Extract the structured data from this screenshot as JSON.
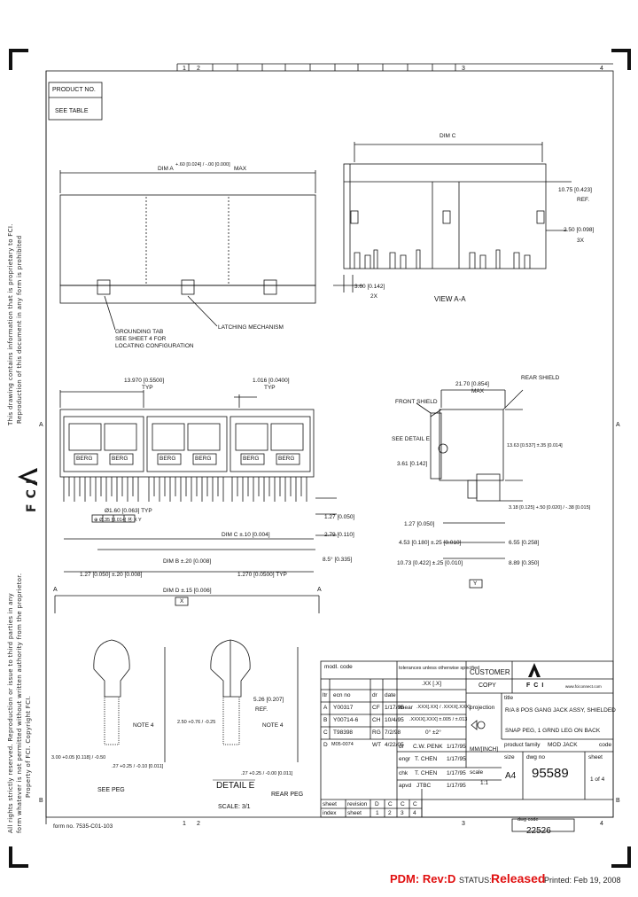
{
  "zone_numbers": {
    "top": [
      "1",
      "2",
      "3",
      "4"
    ],
    "bottom": [
      "1",
      "2",
      "3",
      "4"
    ],
    "left": [
      "A",
      "B"
    ],
    "right": [
      "A",
      "B"
    ]
  },
  "product_box": {
    "label": "PRODUCT NO.",
    "value": "SEE TABLE"
  },
  "side_text": {
    "line1": "This drawing contains information that is proprietary to FCI.",
    "line2": "Reproduction of this document in any form is prohibited",
    "line3": "All rights strictly reserved. Reproduction or issue to third parties in any",
    "line4": "form whatever is not permitted without written authority from the proprietor.",
    "line5": "Property of FCI. Copyright FCI."
  },
  "logo_text": "FCI",
  "top_view": {
    "dim_a": "DIM A",
    "dim_a_tol": "+.60 [0.024] / -.00 [0.000]",
    "dim_a_max": "MAX",
    "grounding_callout": [
      "GROUNDING TAB",
      "SEE SHEET 4 FOR",
      "LOCATING CONFIGURATION"
    ],
    "latching_callout": "LATCHING MECHANISM"
  },
  "view_aa": {
    "dim_c": "DIM C",
    "dim_10_75": "10.75 [0.423]",
    "ref": "REF.",
    "dim_2_50": "2.50 [0.098]",
    "x3": "3X",
    "dim_3_60": "3.60 [0.142]",
    "x2": "2X",
    "title": "VIEW A-A"
  },
  "front_view": {
    "pitch": "13.970 [0.5500]",
    "typ1": "TYP",
    "dim_1016": "1.016 [0.0400]",
    "typ2": "TYP",
    "berg": "BERG",
    "hole": "Ø1.60 [0.063] TYP",
    "true_pos": "⊕ Ø.35 [0.014] Ⓜ X Y",
    "dim_c": "DIM C ±.10 [0.004]",
    "dim_b": "DIM B ±.20 [0.008]",
    "dim_127": "1.27 [0.050]",
    "dim_127_l": "1.27 [0.050] ±.20 [0.008]",
    "dim_1270": "1.270 [0.0500] TYP",
    "dim_279": "2.79 [0.110]",
    "dim_85": "8.5° [0.335]",
    "dim_d": "DIM D ±.15 [0.006]",
    "datum_x": "X",
    "a_left": "A",
    "a_right": "A"
  },
  "side_view": {
    "dim_2170": "21.70 [0.854]",
    "max": "MAX",
    "rear_shield": "REAR SHIELD",
    "front_shield": "FRONT SHIELD",
    "see_detail": "SEE DETAIL E",
    "dim_1363": "13.63 [0.537] ±.35 [0.014]",
    "dim_361": "3.61 [0.142]",
    "dim_318": "3.18 [0.125] +.50 [0.020] / -.38 [0.015]",
    "dim_127": "1.27 [0.050]",
    "dim_655": "6.55 [0.258]",
    "dim_453": "4.53 [0.180] ±.25 [0.010]",
    "dim_1073": "10.73 [0.422] ±.25 [0.010]",
    "dim_889": "8.89 [0.350]",
    "datum_y": "Y"
  },
  "detail": {
    "title": "DETAIL E",
    "scale": "SCALE: 3/1",
    "see_peg": "SEE PEG",
    "rear_peg": "REAR PEG",
    "note": "NOTE 4",
    "dim_300": "3.00 +0.05 [0.118] / -0.50",
    "dim_27": ".27 +0.25 / -0.10 [0.011]",
    "dim_250": "2.50 +0.76 / -0.25",
    "dim_526": "5.26 [0.207]",
    "ref": "REF.",
    "dim_27b": ".27 +0.25 / -0.00 [0.011]"
  },
  "title_block": {
    "mod_code": "modl. code",
    "tolerances": "tolerances unless otherwise specified",
    "customer": "CUSTOMER",
    "copy": "COPY",
    "ltr": "ltr",
    "ecn": "ecn no",
    "dr": "dr",
    "date": "date",
    "linear": "linear",
    "rows": [
      {
        "ltr": "A",
        "ecn": "Y00317",
        "dr": "CF",
        "date": "1/17/95"
      },
      {
        "ltr": "B",
        "ecn": "Y00714-6",
        "dr": "CH",
        "date": "10/4/95"
      },
      {
        "ltr": "C",
        "ecn": "T98398",
        "dr": "RG",
        "date": "7/2/98"
      },
      {
        "ltr": "D",
        "ecn": "M05-0074",
        "dr": "WT",
        "date": "4/22/05"
      }
    ],
    "tol_xx": ".XX [.X]",
    "tol_xxx": ".XXX[.XX] / .XXXX[.XXX]",
    "tol_xxxx": ".XXXX[.XXX] ±.005 / ±.013",
    "tol_angle": "0° ±2°",
    "projection": "projection",
    "mm_inch": "MM/[INCH]",
    "title_label": "title",
    "title_line1": "R/A 8 POS GANG JACK ASSY, SHIELDED",
    "title_line2": "SNAP PEG, 1 GRND LEG ON BACK",
    "product_family": "product family",
    "family_value": "MOD JACK",
    "code": "code",
    "size": "size",
    "dwg_no": "dwg no",
    "sheet": "sheet",
    "size_value": "A4",
    "dwg_value": "95589",
    "sheet_value": "1 of 4",
    "scale_label": "scale",
    "scale_value": "1:1",
    "engr": "engr",
    "engr_name": "T. CHEN",
    "engr_date": "1/17/95",
    "chk": "chk",
    "chk_name": "T. CHEN",
    "chk_date": "1/17/95",
    "dr_label": "dr",
    "dr_name": "C.W. PENK",
    "dr_date": "1/17/95",
    "apvd": "apvd",
    "apvd_name": "JTBC",
    "apvd_date": "1/17/95",
    "sheet_row": "sheet",
    "revision": "revision",
    "index": "index",
    "sheet2": "sheet",
    "rev_cells": [
      "D",
      "C",
      "C",
      "C"
    ],
    "sheet_cells": [
      "1",
      "2",
      "3",
      "4"
    ],
    "web": "www.fciconnect.com",
    "logo": "FCI",
    "dwg_code_label": "dwg code",
    "dwg_code_value": "22526"
  },
  "form_no": "form no. 7535-C01-103",
  "footer": {
    "pdm": "PDM: Rev:D",
    "status_label": "STATUS:",
    "status_value": "Released",
    "printed": "Printed: Feb 19, 2008"
  }
}
